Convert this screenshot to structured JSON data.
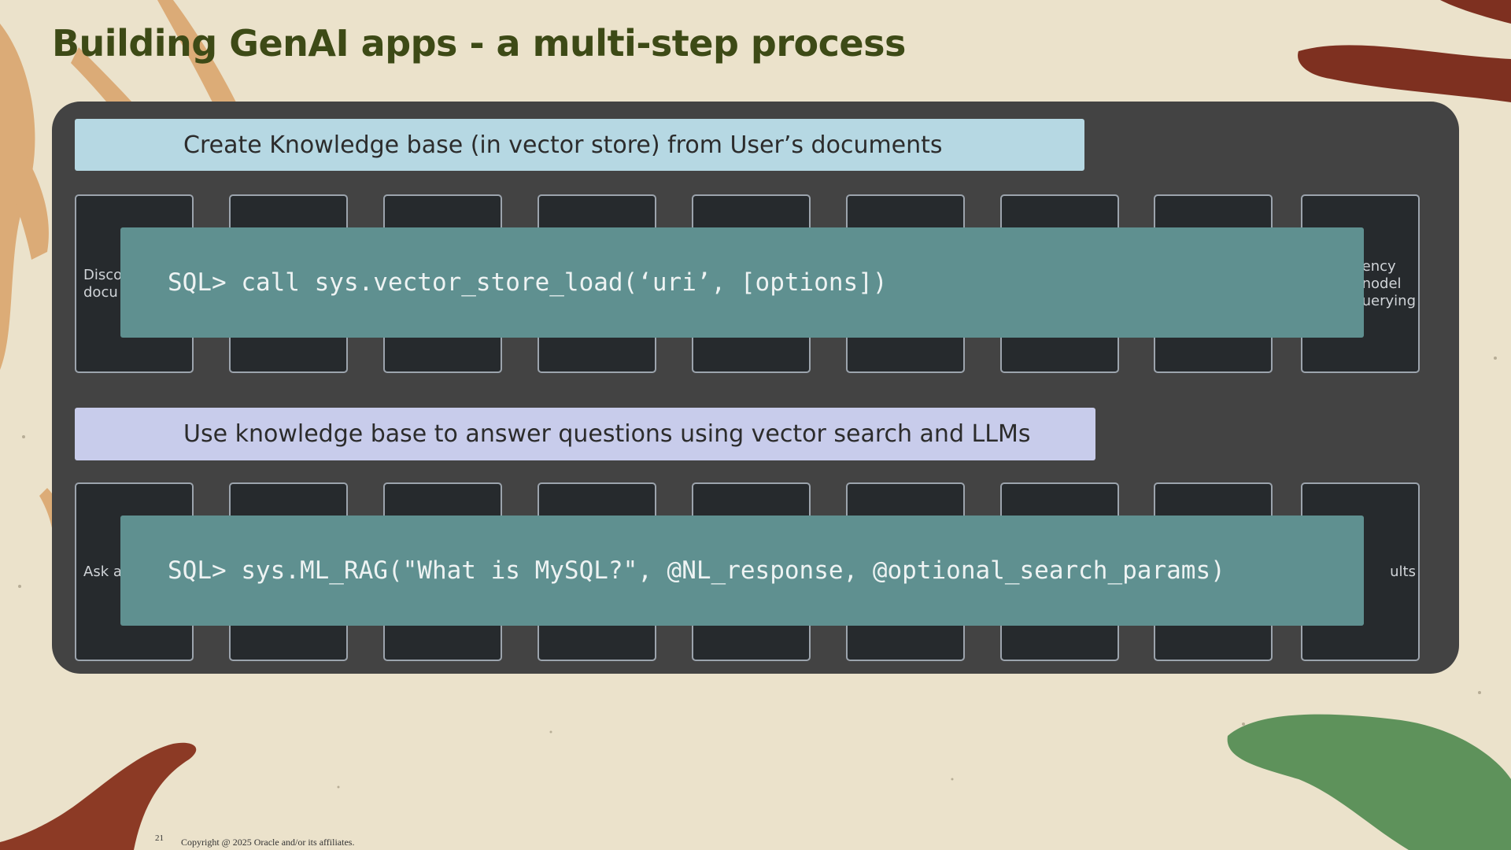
{
  "slide": {
    "title": "Building GenAI apps - a multi-step process",
    "page_number": "21",
    "copyright": "Copyright @ 2025 Oracle and/or its affiliates."
  },
  "colors": {
    "background": "#ebe2cb",
    "title": "#3d4a16",
    "panel": "#434343",
    "banner_1": "#b6d8e3",
    "banner_2": "#c8cceb",
    "command_box": "#5f9090",
    "step_box": "#262a2d"
  },
  "section_1": {
    "banner": "Create Knowledge base (in vector store)  from User’s documents",
    "first_step_label": "Disco\ndocu",
    "last_step_label": "ency\nnodel\nuerying",
    "command": "SQL> call sys.vector_store_load(‘uri’, [options])"
  },
  "section_2": {
    "banner": "Use knowledge base to answer questions using vector search  and LLMs",
    "first_step_label": "Ask a",
    "last_step_label": "ults",
    "command": "SQL> sys.ML_RAG(\"What is MySQL?\", @NL_response, @optional_search_params)"
  }
}
